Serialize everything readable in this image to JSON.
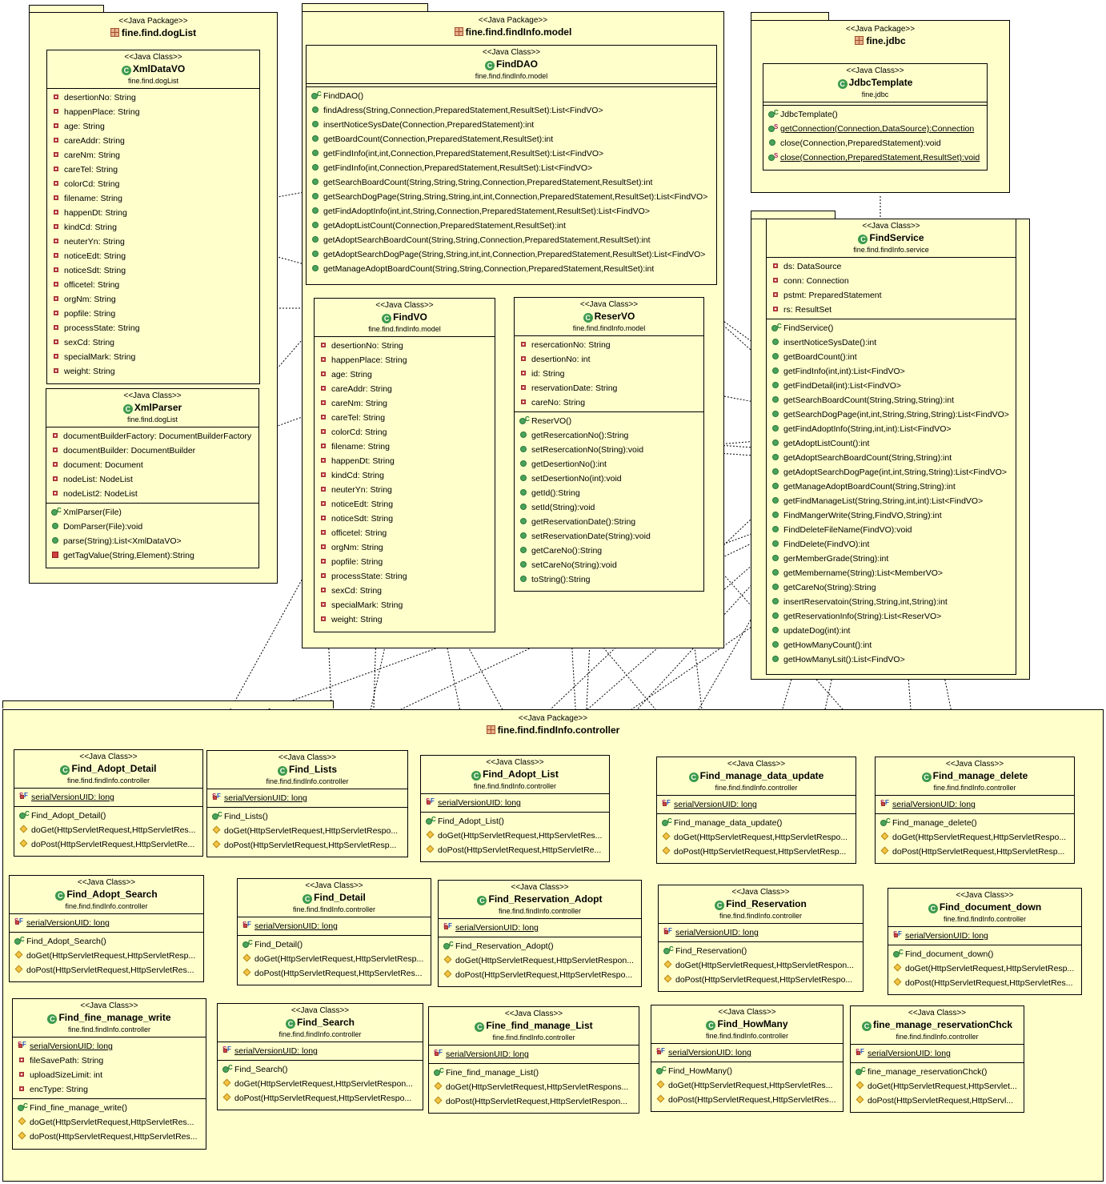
{
  "stereotypes": {
    "package": "<<Java Package>>",
    "class": "<<Java Class>>"
  },
  "packages": {
    "dogList": {
      "name": "fine.find.dogList"
    },
    "model": {
      "name": "fine.find.findInfo.model"
    },
    "jdbc": {
      "name": "fine.jdbc"
    },
    "controller": {
      "name": "fine.find.findInfo.controller"
    }
  },
  "classes": {
    "XmlDataVO": {
      "name": "XmlDataVO",
      "package": "fine.find.dogList",
      "fields": [
        "desertionNo: String",
        "happenPlace: String",
        "age: String",
        "careAddr: String",
        "careNm: String",
        "careTel: String",
        "colorCd: String",
        "filename: String",
        "happenDt: String",
        "kindCd: String",
        "neuterYn: String",
        "noticeEdt: String",
        "noticeSdt: String",
        "officetel: String",
        "orgNm: String",
        "popfile: String",
        "processState: String",
        "sexCd: String",
        "specialMark: String",
        "weight: String"
      ],
      "methods": []
    },
    "XmlParser": {
      "name": "XmlParser",
      "package": "fine.find.dogList",
      "fields": [
        "documentBuilderFactory: DocumentBuilderFactory",
        "documentBuilder: DocumentBuilder",
        "document: Document",
        "nodeList: NodeList",
        "nodeList2: NodeList"
      ],
      "methods": [
        "XmlParser(File)",
        "DomParser(File):void",
        "parse(String):List<XmlDataVO>",
        "getTagValue(String,Element):String"
      ]
    },
    "FindDAO": {
      "name": "FindDAO",
      "package": "fine.find.findInfo.model",
      "methods": [
        "FindDAO()",
        "findAdress(String,Connection,PreparedStatement,ResultSet):List<FindVO>",
        "insertNoticeSysDate(Connection,PreparedStatement):int",
        "getBoardCount(Connection,PreparedStatement,ResultSet):int",
        "getFindInfo(int,int,Connection,PreparedStatement,ResultSet):List<FindVO>",
        "getFindInfo(int,Connection,PreparedStatement,ResultSet):List<FindVO>",
        "getSearchBoardCount(String,String,String,Connection,PreparedStatement,ResultSet):int",
        "getSearchDogPage(String,String,String,int,int,Connection,PreparedStatement,ResultSet):List<FindVO>",
        "getFindAdoptInfo(int,int,String,Connection,PreparedStatement,ResultSet):List<FindVO>",
        "getAdoptListCount(Connection,PreparedStatement,ResultSet):int",
        "getAdoptSearchBoardCount(String,String,Connection,PreparedStatement,ResultSet):int",
        "getAdoptSearchDogPage(String,String,int,int,Connection,PreparedStatement,ResultSet):List<FindVO>",
        "getManageAdoptBoardCount(String,String,Connection,PreparedStatement,ResultSet):int"
      ]
    },
    "FindVO": {
      "name": "FindVO",
      "package": "fine.find.findInfo.model",
      "fields": [
        "desertionNo: String",
        "happenPlace: String",
        "age: String",
        "careAddr: String",
        "careNm: String",
        "careTel: String",
        "colorCd: String",
        "filename: String",
        "happenDt: String",
        "kindCd: String",
        "neuterYn: String",
        "noticeEdt: String",
        "noticeSdt: String",
        "officetel: String",
        "orgNm: String",
        "popfile: String",
        "processState: String",
        "sexCd: String",
        "specialMark: String",
        "weight: String"
      ]
    },
    "ReserVO": {
      "name": "ReserVO",
      "package": "fine.find.findInfo.model",
      "fields": [
        "resercationNo: String",
        "desertionNo: int",
        "id: String",
        "reservationDate: String",
        "careNo: String"
      ],
      "methods": [
        "ReserVO()",
        "getResercationNo():String",
        "setResercationNo(String):void",
        "getDesertionNo():int",
        "setDesertionNo(int):void",
        "getId():String",
        "setId(String):void",
        "getReservationDate():String",
        "setReservationDate(String):void",
        "getCareNo():String",
        "setCareNo(String):void",
        "toString():String"
      ]
    },
    "JdbcTemplate": {
      "name": "JdbcTemplate",
      "package": "fine.jdbc",
      "methods": [
        "JdbcTemplate()",
        "getConnection(Connection,DataSource):Connection",
        "close(Connection,PreparedStatement):void",
        "close(Connection,PreparedStatement,ResultSet):void"
      ]
    },
    "FindService": {
      "name": "FindService",
      "package": "fine.find.findInfo.service",
      "fields": [
        "ds: DataSource",
        "conn: Connection",
        "pstmt: PreparedStatement",
        "rs: ResultSet"
      ],
      "methods": [
        "FindService()",
        "insertNoticeSysDate():int",
        "getBoardCount():int",
        "getFindInfo(int,int):List<FindVO>",
        "getFindDetail(int):List<FindVO>",
        "getSearchBoardCount(String,String,String):int",
        "getSearchDogPage(int,int,String,String,String):List<FindVO>",
        "getFindAdoptInfo(String,int,int):List<FindVO>",
        "getAdoptListCount():int",
        "getAdoptSearchBoardCount(String,String):int",
        "getAdoptSearchDogPage(int,int,String,String):List<FindVO>",
        "getManageAdoptBoardCount(String,String):int",
        "getFindManageList(String,String,int,int):List<FindVO>",
        "FindMangerWrite(String,FindVO,String):int",
        "FindDeleteFileName(FindVO):void",
        "FindDelete(FindVO):int",
        "gerMemberGrade(String):int",
        "getMembername(String):List<MemberVO>",
        "getCareNo(String):String",
        "insertReservatoin(String,String,int,String):int",
        "getReservationInfo(String):List<ReserVO>",
        "updateDog(int):int",
        "getHowManyCount():int",
        "getHowManyLsit():List<FindVO>"
      ]
    }
  },
  "controllers": [
    {
      "name": "Find_Adopt_Detail",
      "package": "fine.find.findInfo.controller",
      "fields": [
        "serialVersionUID: long"
      ],
      "methods": [
        "Find_Adopt_Detail()",
        "doGet(HttpServletRequest,HttpServletRes...",
        "doPost(HttpServletRequest,HttpServletRe..."
      ]
    },
    {
      "name": "Find_Lists",
      "package": "fine.find.findInfo.controller",
      "fields": [
        "serialVersionUID: long"
      ],
      "methods": [
        "Find_Lists()",
        "doGet(HttpServletRequest,HttpServletRespo...",
        "doPost(HttpServletRequest,HttpServletResp..."
      ]
    },
    {
      "name": "Find_Adopt_List",
      "package": "fine.find.findInfo.controller",
      "fields": [
        "serialVersionUID: long"
      ],
      "methods": [
        "Find_Adopt_List()",
        "doGet(HttpServletRequest,HttpServletRes...",
        "doPost(HttpServletRequest,HttpServletRe..."
      ]
    },
    {
      "name": "Find_manage_data_update",
      "package": "fine.find.findInfo.controller",
      "fields": [
        "serialVersionUID: long"
      ],
      "methods": [
        "Find_manage_data_update()",
        "doGet(HttpServletRequest,HttpServletRespo...",
        "doPost(HttpServletRequest,HttpServletResp..."
      ]
    },
    {
      "name": "Find_manage_delete",
      "package": "fine.find.findInfo.controller",
      "fields": [
        "serialVersionUID: long"
      ],
      "methods": [
        "Find_manage_delete()",
        "doGet(HttpServletRequest,HttpServletRespo...",
        "doPost(HttpServletRequest,HttpServletResp..."
      ]
    },
    {
      "name": "Find_Adopt_Search",
      "package": "fine.find.findInfo.controller",
      "fields": [
        "serialVersionUID: long"
      ],
      "methods": [
        "Find_Adopt_Search()",
        "doGet(HttpServletRequest,HttpServletResp...",
        "doPost(HttpServletRequest,HttpServletRes..."
      ]
    },
    {
      "name": "Find_Detail",
      "package": "fine.find.findInfo.controller",
      "fields": [
        "serialVersionUID: long"
      ],
      "methods": [
        "Find_Detail()",
        "doGet(HttpServletRequest,HttpServletResp...",
        "doPost(HttpServletRequest,HttpServletRes..."
      ]
    },
    {
      "name": "Find_Reservation_Adopt",
      "package": "fine.find.findInfo.controller",
      "fields": [
        "serialVersionUID: long"
      ],
      "methods": [
        "Find_Reservation_Adopt()",
        "doGet(HttpServletRequest,HttpServletRespon...",
        "doPost(HttpServletRequest,HttpServletRespo..."
      ]
    },
    {
      "name": "Find_Reservation",
      "package": "fine.find.findInfo.controller",
      "fields": [
        "serialVersionUID: long"
      ],
      "methods": [
        "Find_Reservation()",
        "doGet(HttpServletRequest,HttpServletRespon...",
        "doPost(HttpServletRequest,HttpServletRespo..."
      ]
    },
    {
      "name": "Find_document_down",
      "package": "fine.find.findInfo.controller",
      "fields": [
        "serialVersionUID: long"
      ],
      "methods": [
        "Find_document_down()",
        "doGet(HttpServletRequest,HttpServletResp...",
        "doPost(HttpServletRequest,HttpServletRes..."
      ]
    },
    {
      "name": "Find_fine_manage_write",
      "package": "fine.find.findInfo.controller",
      "fields": [
        "serialVersionUID: long",
        "fileSavePath: String",
        "uploadSizeLimit: int",
        "encType: String"
      ],
      "methods": [
        "Find_fine_manage_write()",
        "doGet(HttpServletRequest,HttpServletRes...",
        "doPost(HttpServletRequest,HttpServletRes..."
      ]
    },
    {
      "name": "Find_Search",
      "package": "fine.find.findInfo.controller",
      "fields": [
        "serialVersionUID: long"
      ],
      "methods": [
        "Find_Search()",
        "doGet(HttpServletRequest,HttpServletRespon...",
        "doPost(HttpServletRequest,HttpServletRespo..."
      ]
    },
    {
      "name": "Fine_find_manage_List",
      "package": "fine.find.findInfo.controller",
      "fields": [
        "serialVersionUID: long"
      ],
      "methods": [
        "Fine_find_manage_List()",
        "doGet(HttpServletRequest,HttpServletRespons...",
        "doPost(HttpServletRequest,HttpServletRespon..."
      ]
    },
    {
      "name": "Find_HowMany",
      "package": "fine.find.findInfo.controller",
      "fields": [
        "serialVersionUID: long"
      ],
      "methods": [
        "Find_HowMany()",
        "doGet(HttpServletRequest,HttpServletRes...",
        "doPost(HttpServletRequest,HttpServletRes..."
      ]
    },
    {
      "name": "fine_manage_reservationChck",
      "package": "fine.find.findInfo.controller",
      "fields": [
        "serialVersionUID: long"
      ],
      "methods": [
        "fine_manage_reservationChck()",
        "doGet(HttpServletRequest,HttpServlet...",
        "doPost(HttpServletRequest,HttpServl..."
      ]
    }
  ]
}
